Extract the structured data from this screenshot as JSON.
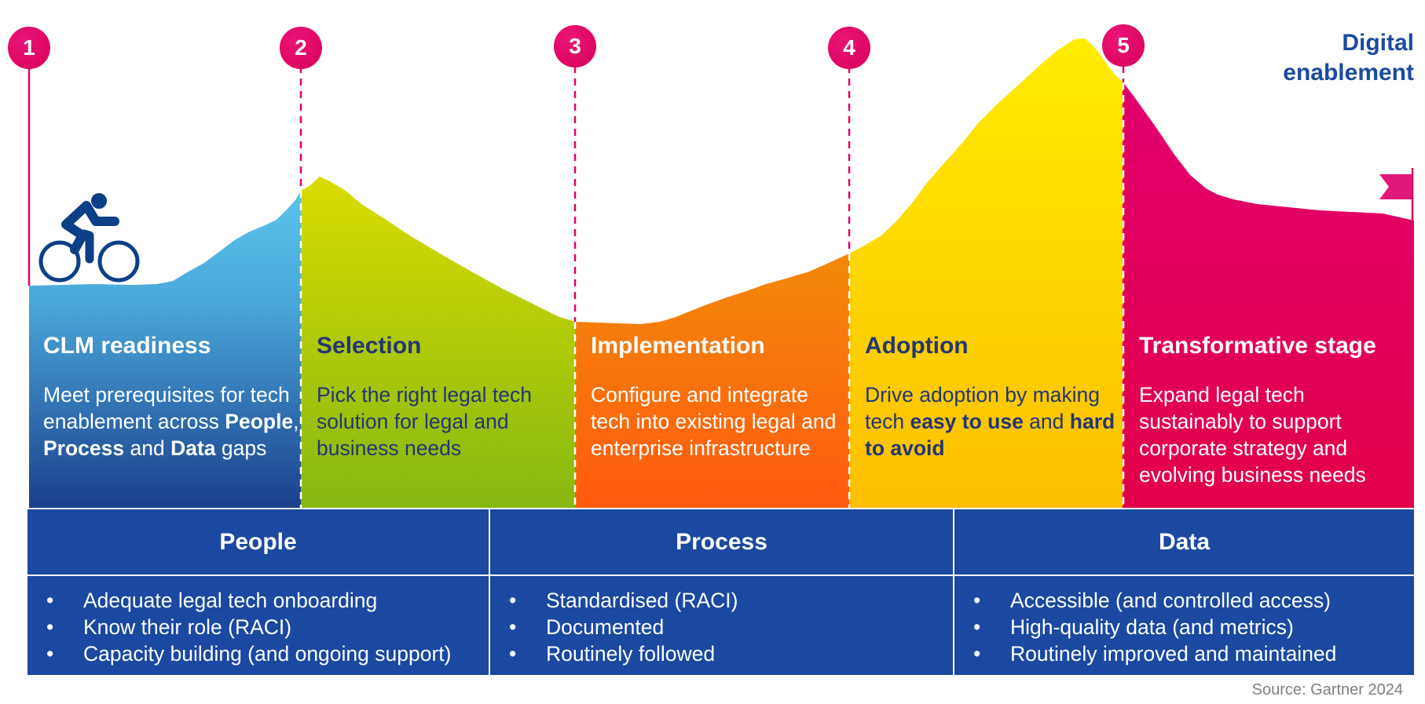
{
  "diagram": {
    "title": "Digital enablement",
    "title_lines": [
      "Digital",
      "enablement"
    ],
    "markers": [
      "1",
      "2",
      "3",
      "4",
      "5"
    ],
    "stages": [
      {
        "title": "CLM readiness",
        "description_parts": [
          {
            "text": "Meet prerequisites for tech enablement across ",
            "bold": false
          },
          {
            "text": "People",
            "bold": true
          },
          {
            "text": ", ",
            "bold": false
          },
          {
            "text": "Process",
            "bold": true
          },
          {
            "text": " and ",
            "bold": false
          },
          {
            "text": "Data",
            "bold": true
          },
          {
            "text": " gaps",
            "bold": false
          }
        ],
        "color_top": "#5bc3ea",
        "color_bottom": "#1b3f8c",
        "text_color": "white"
      },
      {
        "title": "Selection",
        "description_parts": [
          {
            "text": "Pick the right legal tech solution for legal and business needs",
            "bold": false
          }
        ],
        "color_top": "#d9dc00",
        "color_bottom": "#86b812",
        "text_color": "navy"
      },
      {
        "title": "Implementation",
        "description_parts": [
          {
            "text": "Configure and integrate tech into existing legal and enterprise infrastructure",
            "bold": false
          }
        ],
        "color_top": "#f49a0a",
        "color_bottom": "#ff5a0f",
        "text_color": "white"
      },
      {
        "title": "Adoption",
        "description_parts": [
          {
            "text": "Drive adoption by making tech ",
            "bold": false
          },
          {
            "text": "easy to use",
            "bold": true
          },
          {
            "text": " and ",
            "bold": false
          },
          {
            "text": "hard to avoid",
            "bold": true
          }
        ],
        "color_top": "#ffed00",
        "color_bottom": "#fcbf00",
        "text_color": "navy"
      },
      {
        "title": "Transformative stage",
        "description_parts": [
          {
            "text": "Expand legal tech sustainably to support corporate strategy and evolving business needs",
            "bold": false
          }
        ],
        "color_top": "#e2006f",
        "color_bottom": "#e2004a",
        "text_color": "white"
      }
    ],
    "icons": {
      "cyclist": "cyclist-icon",
      "flag": "finish-flag-icon"
    },
    "colors": {
      "marker": "#e2006a",
      "table_bg": "#1b48a0",
      "title": "#1b4aa0",
      "cyclist": "#0d3f86"
    }
  },
  "table": {
    "columns": [
      {
        "header": "People",
        "items": [
          "Adequate legal tech onboarding",
          "Know their role (RACI)",
          "Capacity building (and ongoing support)"
        ]
      },
      {
        "header": "Process",
        "items": [
          "Standardised (RACI)",
          "Documented",
          "Routinely followed"
        ]
      },
      {
        "header": "Data",
        "items": [
          "Accessible (and controlled access)",
          "High-quality data (and metrics)",
          "Routinely improved and maintained"
        ]
      }
    ],
    "bullet": "•"
  },
  "source": "Source: Gartner 2024"
}
